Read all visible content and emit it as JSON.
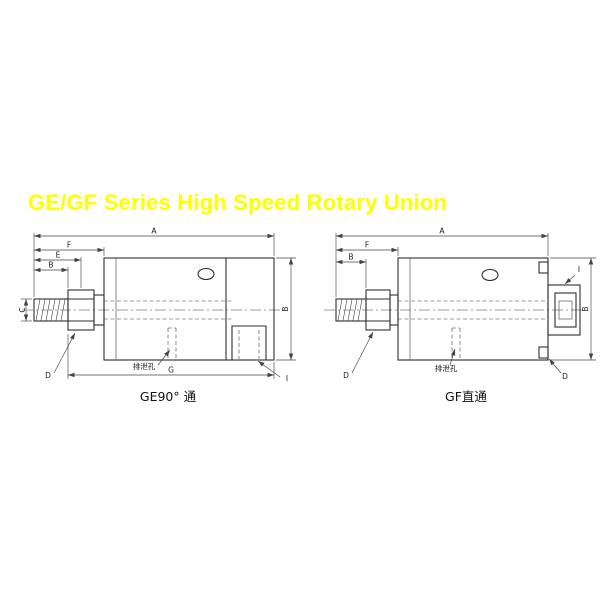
{
  "title": {
    "text": "GE/GF Series High Speed Rotary Union",
    "color": "#ffff00"
  },
  "left_drawing": {
    "caption": "GE90° 通",
    "dims": {
      "a": "A",
      "f": "F",
      "e": "E",
      "b": "B",
      "c": "C",
      "g": "G",
      "right_vertical": "B"
    },
    "labels": {
      "d": "D",
      "i": "I",
      "drain": "排泄孔"
    }
  },
  "right_drawing": {
    "caption": "GF直通",
    "dims": {
      "a": "A",
      "f": "F",
      "b": "B",
      "right_vertical": "B"
    },
    "labels": {
      "d_left": "D",
      "d_right": "D",
      "i": "I",
      "drain": "排泄孔"
    }
  }
}
